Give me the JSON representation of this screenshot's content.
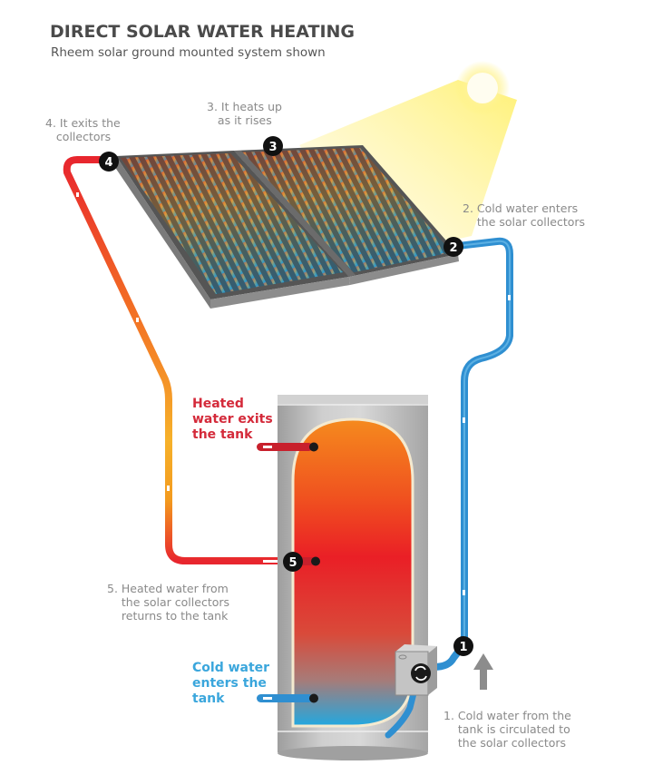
{
  "header": {
    "title": "DIRECT SOLAR WATER HEATING",
    "subtitle": "Rheem solar ground mounted system shown"
  },
  "steps": [
    {
      "number": "1",
      "text": "1. Cold water from the\n    tank is circulated to\n    the solar collectors"
    },
    {
      "number": "2",
      "text": "2. Cold water enters\n    the solar collectors"
    },
    {
      "number": "3",
      "text": "3. It heats up\n   as it rises"
    },
    {
      "number": "4",
      "text": "4. It exits the\n   collectors"
    },
    {
      "number": "5",
      "text": "5. Heated water from\n    the solar collectors\n    returns to the tank"
    }
  ],
  "callouts": {
    "heated_exit": "Heated\nwater exits\nthe tank",
    "cold_enter": "Cold water\nenters the\ntank"
  },
  "colors": {
    "hot": "#e8262e",
    "warm": "#f39a1e",
    "cold": "#2f8fd1",
    "badge": "#111111",
    "sun": "#fff27a",
    "tank": "#b8b8b8",
    "heading": "#4a4a4a",
    "label": "#8a8a8a"
  },
  "components": {
    "sun": "sun-icon",
    "collectors": "solar-collector-panels",
    "tank": "storage-tank",
    "pump": "circulation-pump-icon",
    "flow_arrow": "up-arrow-icon"
  }
}
